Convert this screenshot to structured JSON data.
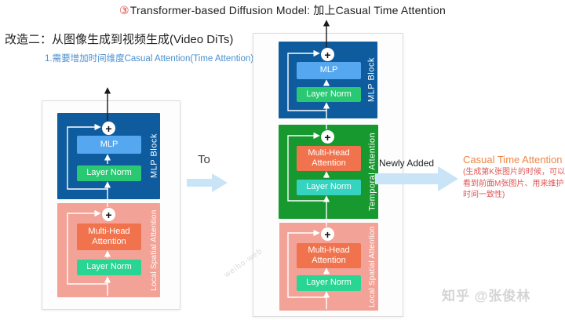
{
  "title": {
    "badge": "③",
    "text": "Transformer-based Diffusion Model: 加上Casual Time Attention"
  },
  "annotations": {
    "line1": "改造二：从图像生成到视频生成(Video DiTs)",
    "line2": "1.需要增加时间维度Casual Attention(Time Attention)",
    "to_label": "To",
    "newly_added_label": "Newly Added",
    "casual_title": "Casual Time Attention",
    "casual_desc": "(生成第K张图片的时候，可以看到前面M张图片、用来维护时间一致性)",
    "watermark_zhihu": "知乎 @张俊林",
    "watermark_diag": "weibo-web"
  },
  "icons": {
    "plus": "+"
  },
  "colors": {
    "block_blue": "#0e5c9e",
    "block_green": "#17992f",
    "block_pink": "#f2a296",
    "mlp_blue": "#55a8ef",
    "layer_norm_green": "#29c973",
    "layer_norm_teal": "#28d592",
    "layer_norm_turquoise": "#35d3c0",
    "attention_coral": "#f0734d",
    "flow_arrow_light_blue": "#c9e4f7",
    "badge_red": "#e23b2e",
    "casual_title_orange": "#ef8544",
    "casual_desc_red": "#e25555",
    "note_blue": "#4a90d2"
  },
  "diagram_left": {
    "blocks": [
      {
        "label": "MLP Block",
        "bg": "#0e5c9e",
        "children": [
          {
            "label": "MLP",
            "bg": "#55a8ef"
          },
          {
            "label": "Layer Norm",
            "bg": "#29c973"
          }
        ]
      },
      {
        "label": "Local Spatial Attention",
        "bg": "#f2a296",
        "children": [
          {
            "label": "Multi-Head Attention",
            "bg": "#f0734d"
          },
          {
            "label": "Layer Norm",
            "bg": "#28d592"
          }
        ]
      }
    ]
  },
  "diagram_right": {
    "blocks": [
      {
        "label": "MLP Block",
        "bg": "#0e5c9e",
        "children": [
          {
            "label": "MLP",
            "bg": "#55a8ef"
          },
          {
            "label": "Layer Norm",
            "bg": "#29c973"
          }
        ]
      },
      {
        "label": "Temporal Attention",
        "bg": "#17992f",
        "children": [
          {
            "label": "Multi-Head Attention",
            "bg": "#f0734d"
          },
          {
            "label": "Layer Norm",
            "bg": "#35d3c0"
          }
        ]
      },
      {
        "label": "Local Spatial Attention",
        "bg": "#f2a296",
        "children": [
          {
            "label": "Multi-Head Attention",
            "bg": "#f0734d"
          },
          {
            "label": "Layer Norm",
            "bg": "#28d592"
          }
        ]
      }
    ]
  }
}
